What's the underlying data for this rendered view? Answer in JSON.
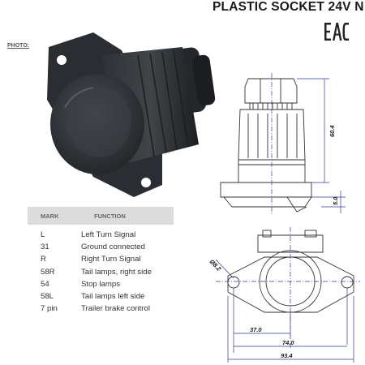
{
  "header": {
    "title": "PLASTIC SOCKET 24V N",
    "cert_mark": "EAC"
  },
  "photo_label": "PHOTO:",
  "table": {
    "headers": {
      "mark": "MARK",
      "function": "FUNCTION"
    },
    "rows": [
      {
        "mark": "L",
        "function": "Left Turn Signal"
      },
      {
        "mark": "31",
        "function": "Ground connected"
      },
      {
        "mark": "R",
        "function": "Right Turn Signal"
      },
      {
        "mark": "58R",
        "function": "Tail lamps, right side"
      },
      {
        "mark": "54",
        "function": "Stop lamps"
      },
      {
        "mark": "58L",
        "function": "Tail lamps left side"
      },
      {
        "mark": "7 pin",
        "function": "Trailer brake control"
      }
    ]
  },
  "drawing": {
    "dims": {
      "height": "60.4",
      "base": "5.0",
      "hole": "Ø8.2",
      "half_width": "37.0",
      "hole_spacing": "74.0",
      "total_width": "93.4"
    },
    "line_color": "#2b3990"
  }
}
